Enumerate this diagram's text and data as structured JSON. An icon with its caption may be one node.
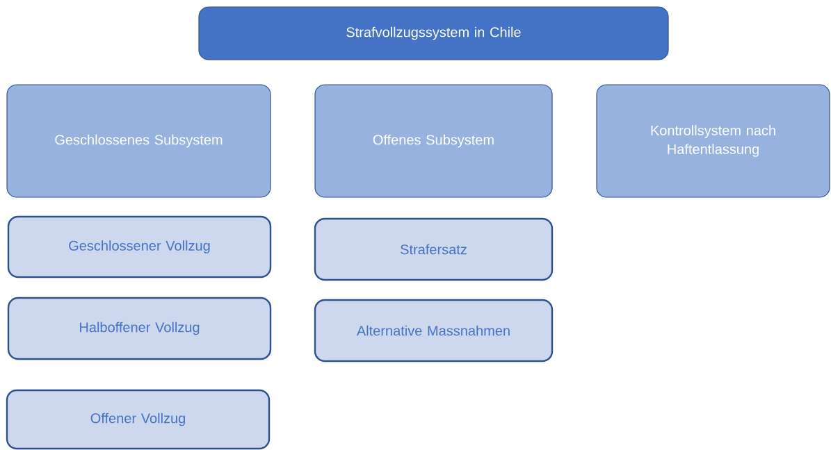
{
  "diagram": {
    "nodes": [
      {
        "text": [
          "Strafvollzugssystem in Chile"
        ]
      },
      {
        "text": [
          "Geschlossenes Subsystem"
        ]
      },
      {
        "text": [
          "Offenes Subsystem"
        ]
      },
      {
        "text": [
          "Kontrollsystem nach Haftentlassung"
        ]
      },
      {
        "text": [
          "Geschlossener Vollzug"
        ]
      },
      {
        "text": [
          "Halboffener Vollzug"
        ]
      },
      {
        "text": [
          "Offener Vollzug"
        ]
      },
      {
        "text": [
          "Strafersatz"
        ]
      },
      {
        "text": [
          "Alternative Massnahmen"
        ]
      }
    ]
  }
}
